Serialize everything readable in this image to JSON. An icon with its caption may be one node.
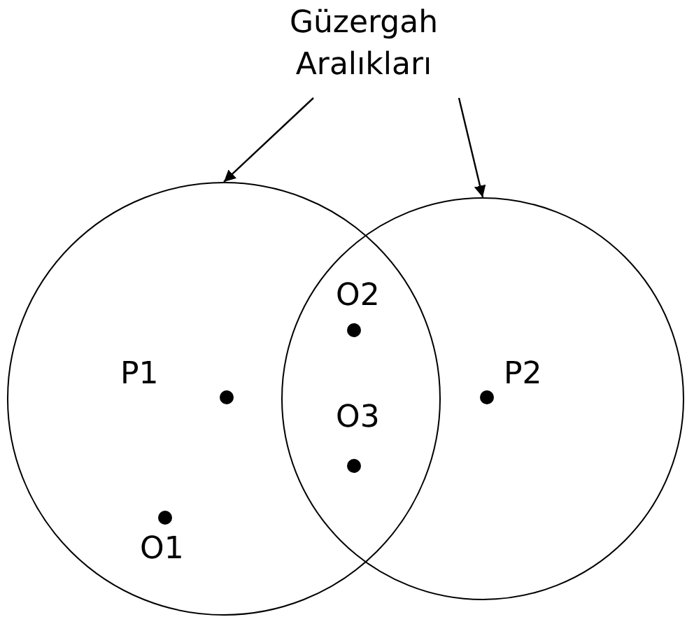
{
  "diagram": {
    "nodes": [
      {
        "text": [
          "Güzergah Aralıkları"
        ]
      },
      {
        "text": [],
        "shape": "circle"
      },
      {
        "text": [],
        "shape": "circle"
      }
    ],
    "edges": [
      {
        "from": 0,
        "to": 1,
        "arrow": "to"
      },
      {
        "from": 0,
        "to": 2,
        "arrow": "to"
      }
    ],
    "labels": [
      "O2",
      "P1",
      "P2",
      "O3",
      "O1"
    ]
  }
}
